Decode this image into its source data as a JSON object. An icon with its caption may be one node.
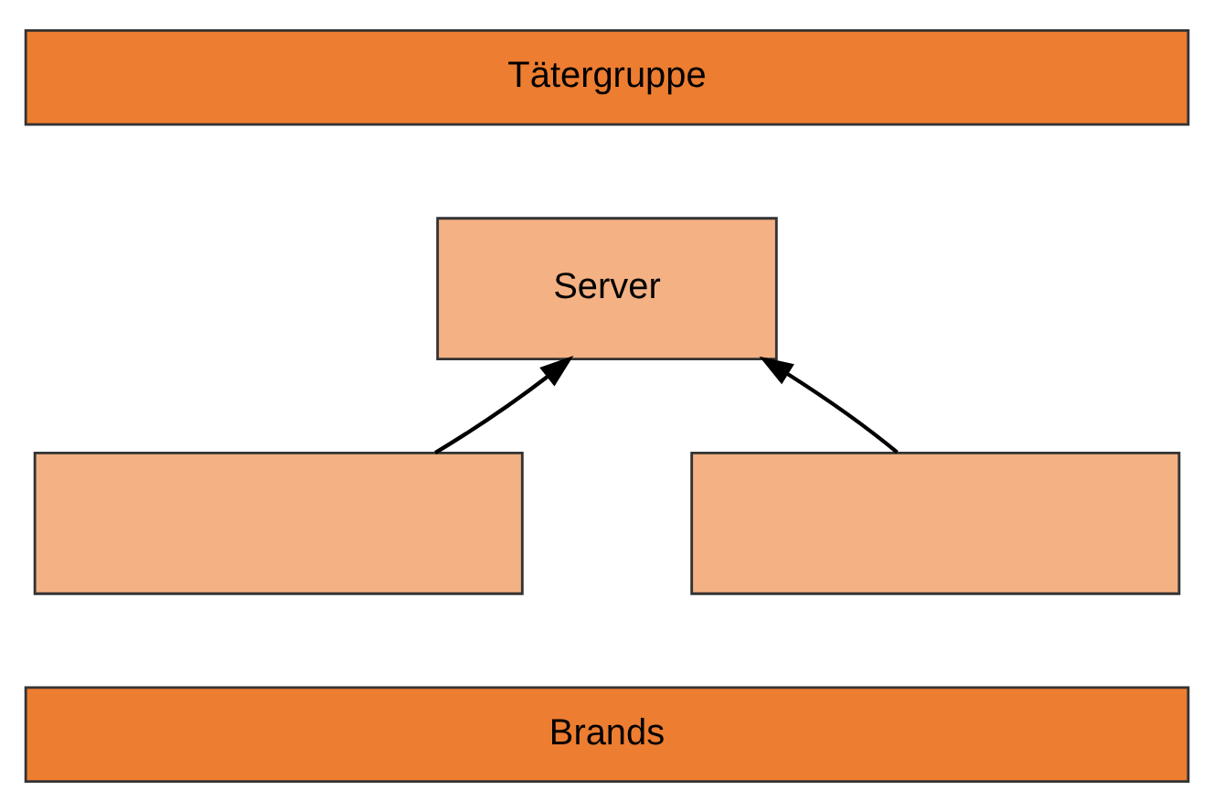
{
  "diagram": {
    "nodes": [
      {
        "text": [
          "Tätergruppe"
        ]
      },
      {
        "text": [
          "Server"
        ]
      },
      {
        "text": [],
        "shape": "box"
      },
      {
        "text": [],
        "shape": "box"
      },
      {
        "text": [
          "Brands"
        ]
      }
    ],
    "edges": [
      {
        "from": 2,
        "to": 1,
        "arrow": "to"
      },
      {
        "from": 3,
        "to": 1,
        "arrow": "to"
      }
    ]
  }
}
